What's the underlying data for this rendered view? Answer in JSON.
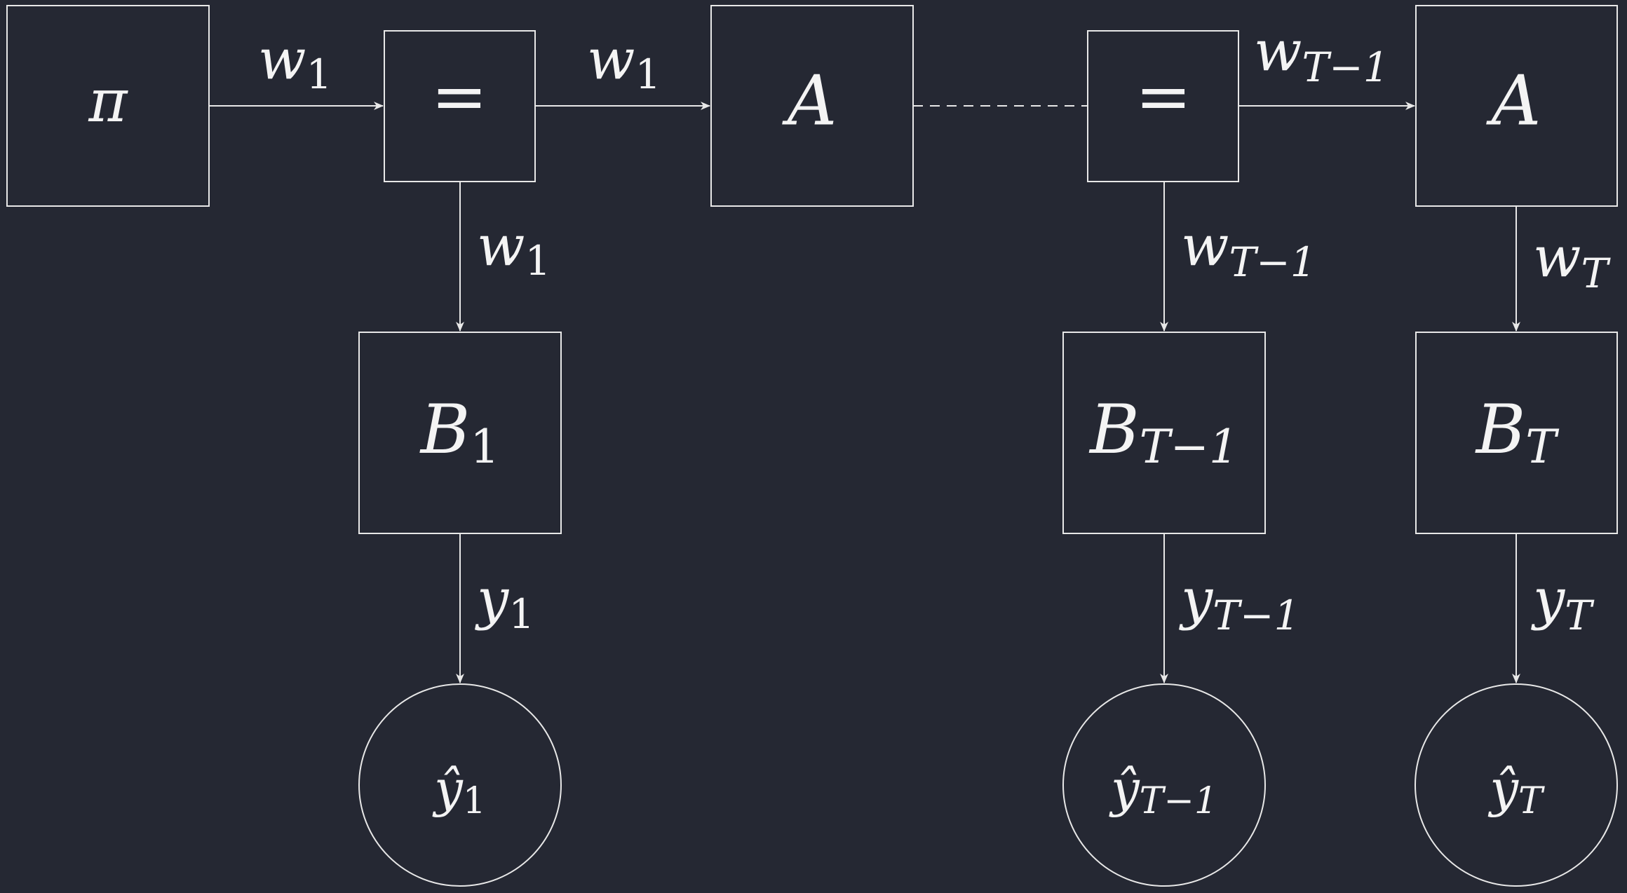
{
  "nodes": {
    "pi": {
      "label": "π"
    },
    "eq1": {
      "label": "="
    },
    "a1": {
      "label": "A"
    },
    "eq2": {
      "label": "="
    },
    "a2": {
      "label": "A"
    },
    "b1": {
      "main": "B",
      "sub": "1"
    },
    "b_tm1": {
      "main": "B",
      "sub": "T−1"
    },
    "b_t": {
      "main": "B",
      "sub": "T"
    },
    "yhat1": {
      "main": "ŷ",
      "sub": "1"
    },
    "yhat_tm1": {
      "main": "ŷ",
      "sub": "T−1"
    },
    "yhat_t": {
      "main": "ŷ",
      "sub": "T"
    }
  },
  "edges": {
    "pi_eq1": {
      "main": "w",
      "sub": "1"
    },
    "eq1_a1": {
      "main": "w",
      "sub": "1"
    },
    "eq1_b1": {
      "main": "w",
      "sub": "1"
    },
    "eq2_a2": {
      "main": "w",
      "sub": "T−1"
    },
    "eq2_btm1": {
      "main": "w",
      "sub": "T−1"
    },
    "a2_bt": {
      "main": "w",
      "sub": "T"
    },
    "b1_yhat1": {
      "main": "y",
      "sub": "1"
    },
    "btm1_yhattm1": {
      "main": "y",
      "sub": "T−1"
    },
    "bt_yhatt": {
      "main": "y",
      "sub": "T"
    }
  }
}
